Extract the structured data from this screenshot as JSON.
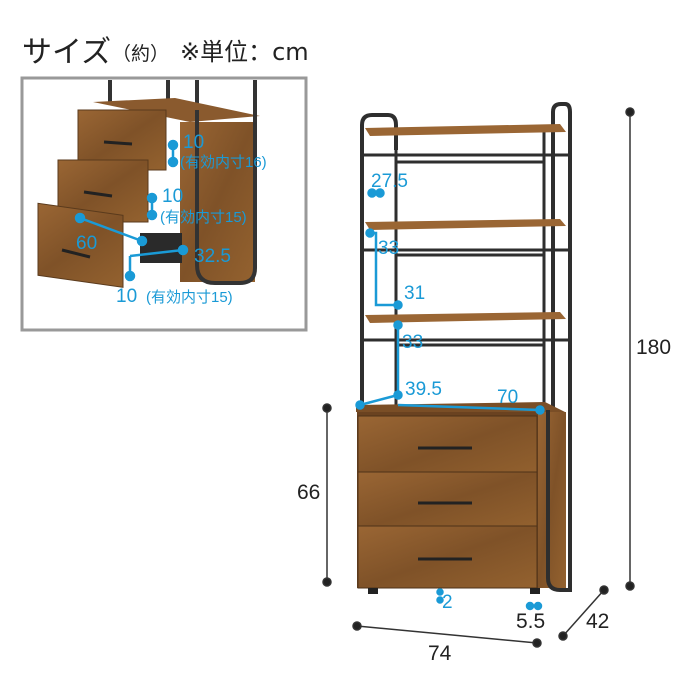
{
  "header": {
    "title": "サイズ",
    "approx": "（約）",
    "unit_note": "※単位：cm"
  },
  "inset": {
    "drawer1_height": "10",
    "drawer1_inner": "(有効内寸16)",
    "drawer2_height": "10",
    "drawer2_inner": "(有効内寸15)",
    "drawer_depth": "60",
    "drawer_width": "32.5",
    "drawer3_height": "10",
    "drawer3_inner": "(有効内寸15)"
  },
  "main": {
    "shelf_top_gap": "27.5",
    "shelf_gap_1": "33",
    "shelf_depth": "31",
    "shelf_gap_2": "33",
    "cabinet_top_depth": "39.5",
    "cabinet_top_width": "70",
    "total_height": "180",
    "cabinet_height": "66",
    "width": "74",
    "depth": "42",
    "foot_height": "5.5",
    "floor_clearance": "2"
  },
  "colors": {
    "accent": "#1a9ad6",
    "wood": "#8a5a2e",
    "frame": "#2e2e2e"
  }
}
